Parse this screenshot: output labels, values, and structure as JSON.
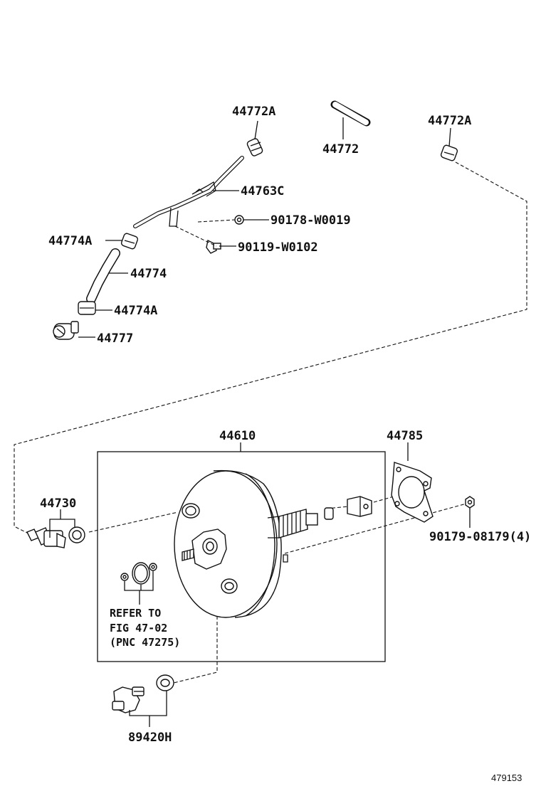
{
  "labels": {
    "p44772A_left": "44772A",
    "p44772": "44772",
    "p44772A_right": "44772A",
    "p44763C": "44763C",
    "p90178": "90178-W0019",
    "p44774A_top": "44774A",
    "p90119": "90119-W0102",
    "p44774": "44774",
    "p44774A_bottom": "44774A",
    "p44777": "44777",
    "p44610": "44610",
    "p44785": "44785",
    "p44730": "44730",
    "p90179": "90179-08179(4)",
    "p89420H": "89420H"
  },
  "note": {
    "line1": "REFER TO",
    "line2": "FIG 47-02",
    "line3": "(PNC 47275)"
  },
  "figure_number": "479153"
}
